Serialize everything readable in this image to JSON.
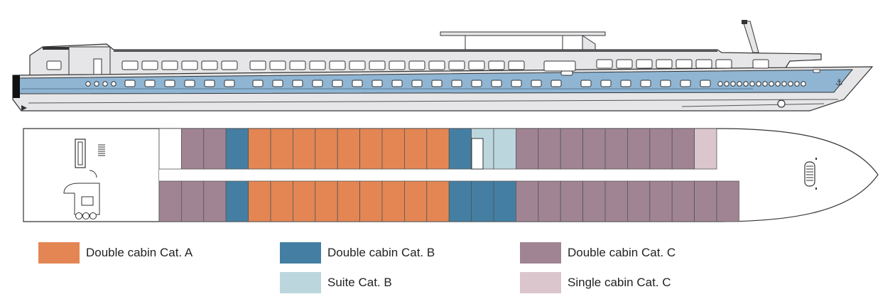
{
  "legend": {
    "cat_a": {
      "label": "Double cabin Cat. A",
      "color": "#E38654"
    },
    "cat_b": {
      "label": "Double cabin Cat. B",
      "color": "#447FA3"
    },
    "cat_c": {
      "label": "Double cabin Cat. C",
      "color": "#A08494"
    },
    "suite_b": {
      "label": "Suite Cat. B",
      "color": "#BCD6DE"
    },
    "single_c": {
      "label": "Single cabin Cat. C",
      "color": "#DBC6CE"
    }
  },
  "deck_plan": {
    "upper_row": [
      "empty",
      "C",
      "C",
      "B",
      "A",
      "A",
      "A",
      "A",
      "A",
      "A",
      "A",
      "A",
      "A",
      "B",
      "SUITE",
      "SUITE",
      "C",
      "C",
      "C",
      "C",
      "C",
      "C",
      "C",
      "C",
      "S"
    ],
    "lower_row": [
      "C",
      "C",
      "C",
      "B",
      "A",
      "A",
      "A",
      "A",
      "A",
      "A",
      "A",
      "A",
      "A",
      "B",
      "B",
      "B",
      "C",
      "C",
      "C",
      "C",
      "C",
      "C",
      "C",
      "C",
      "C",
      "C"
    ]
  },
  "colors": {
    "hull_light": "#E6E6E8",
    "hull_band": "#8FB5D3",
    "outline": "#333333",
    "window_fill": "#FFFFFF"
  }
}
